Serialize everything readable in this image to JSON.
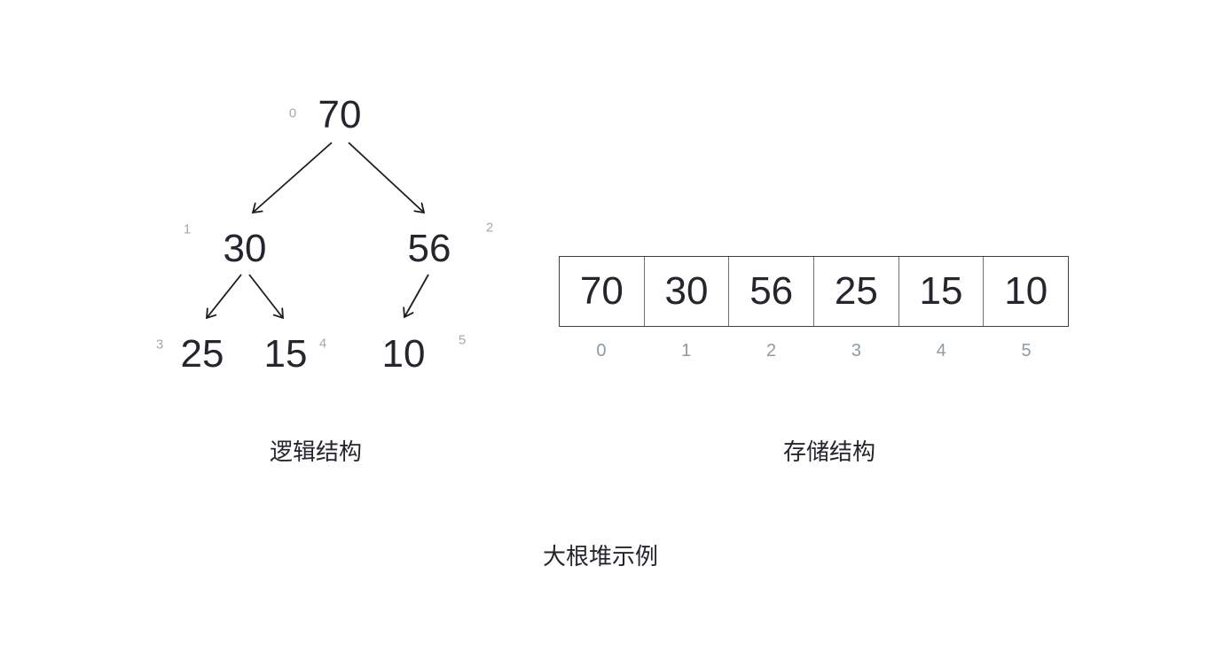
{
  "title": "大根堆示例",
  "tree": {
    "caption": "逻辑结构",
    "nodes": [
      {
        "value": "70",
        "index": "0"
      },
      {
        "value": "30",
        "index": "1"
      },
      {
        "value": "56",
        "index": "2"
      },
      {
        "value": "25",
        "index": "3"
      },
      {
        "value": "15",
        "index": "4"
      },
      {
        "value": "10",
        "index": "5"
      }
    ],
    "edges": [
      {
        "from": "70",
        "to": "30"
      },
      {
        "from": "70",
        "to": "56"
      },
      {
        "from": "30",
        "to": "25"
      },
      {
        "from": "30",
        "to": "15"
      },
      {
        "from": "56",
        "to": "10"
      }
    ]
  },
  "array": {
    "caption": "存储结构",
    "cells": [
      "70",
      "30",
      "56",
      "25",
      "15",
      "10"
    ],
    "indices": [
      "0",
      "1",
      "2",
      "3",
      "4",
      "5"
    ]
  },
  "colors": {
    "node_text": "#25252d",
    "index_text": "#9aa0a8",
    "arrow": "#1c1c22",
    "border_outer": "#3f3f46",
    "border_divider": "#71717a",
    "background": "#ffffff"
  }
}
